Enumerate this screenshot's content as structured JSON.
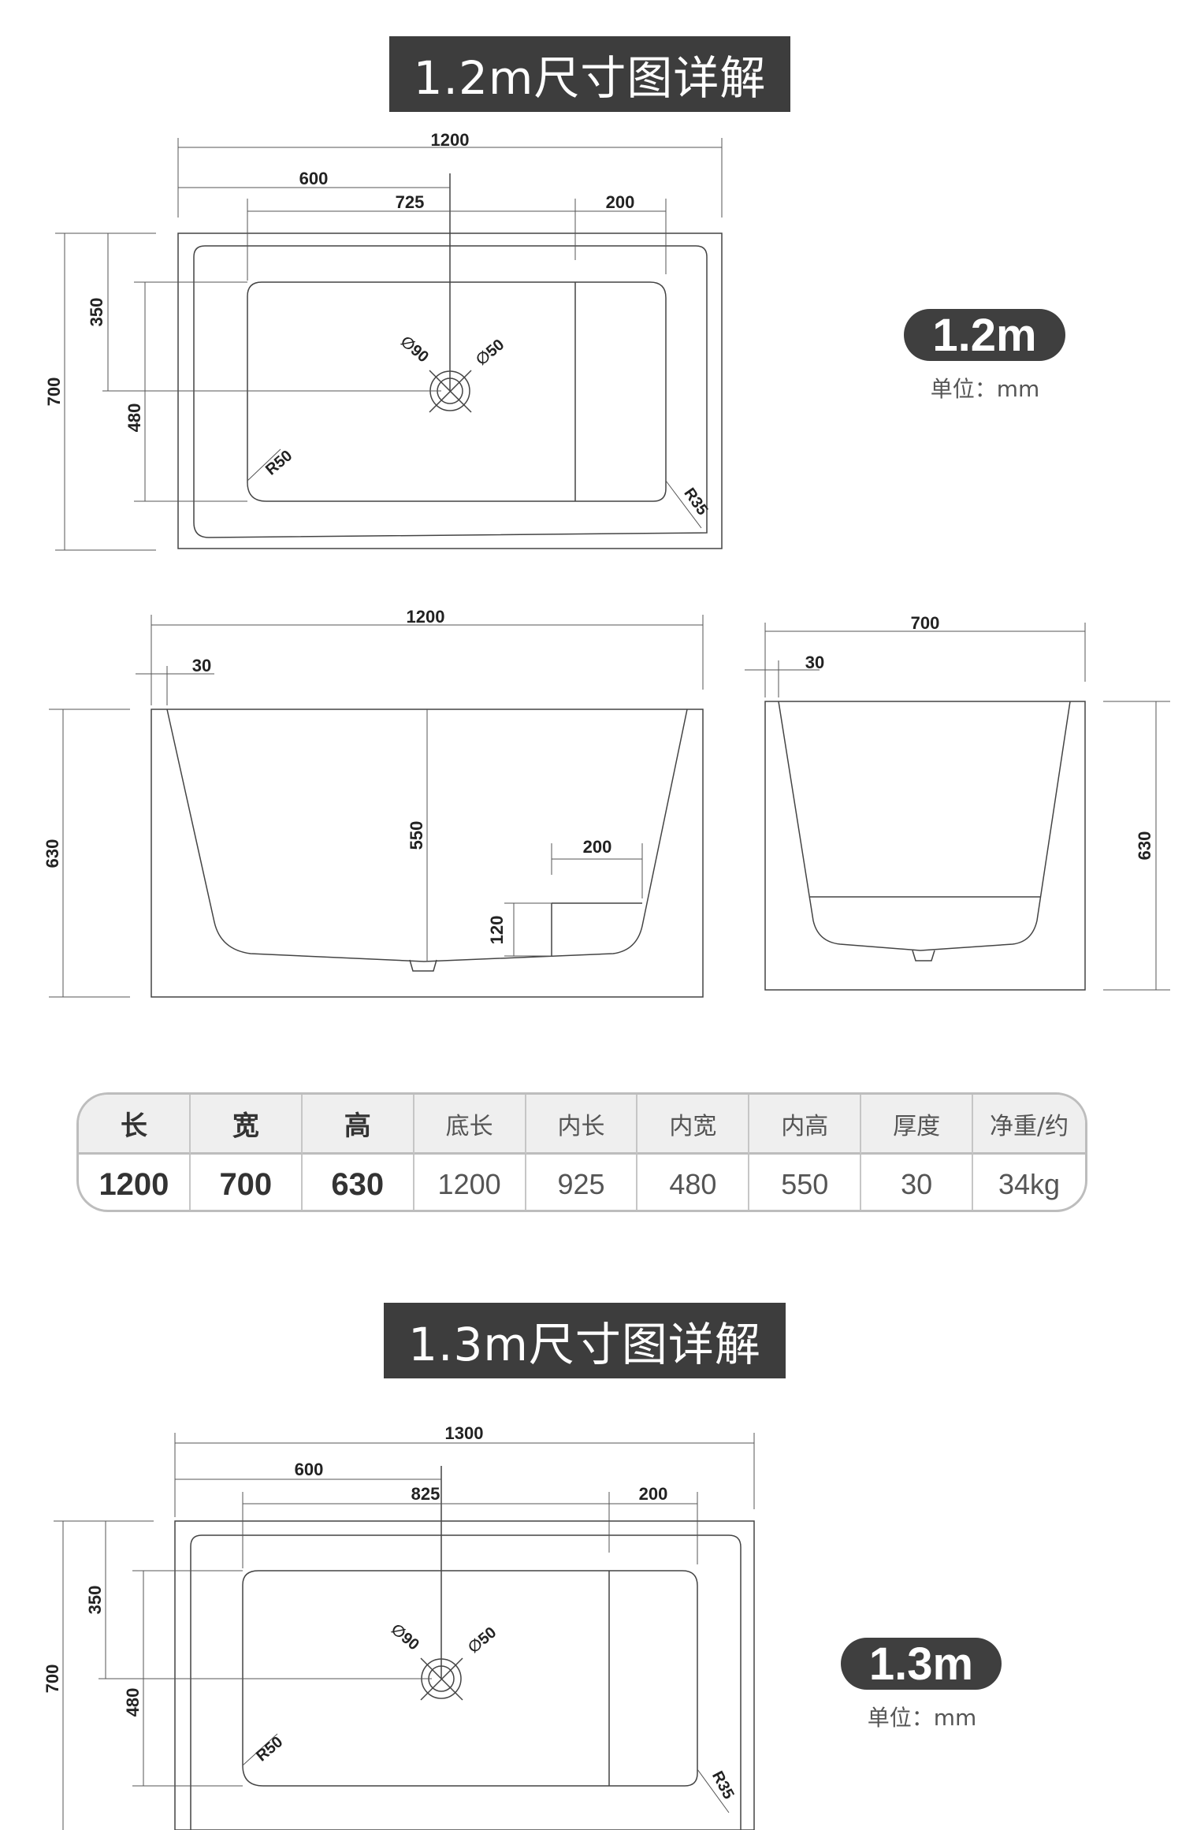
{
  "section1": {
    "banner": "1.2m尺寸图详解",
    "badge": "1.2m",
    "unit": "单位：mm",
    "top_view": {
      "dim_total_length": "1200",
      "dim_drain_offset": "600",
      "dim_inner_length": "725",
      "dim_step": "200",
      "dim_width": "700",
      "dim_drain_depth": "350",
      "dim_inner_width": "480",
      "dim_drain_outer": "∅90",
      "dim_drain_inner": "∅50",
      "radius_inner": "R50",
      "radius_outer": "R35"
    },
    "front_view": {
      "dim_length": "1200",
      "dim_wall": "30",
      "dim_height": "630",
      "dim_inner_height": "550",
      "dim_step_width": "200",
      "dim_step_height": "120"
    },
    "side_view": {
      "dim_width": "700",
      "dim_wall": "30",
      "dim_height": "630"
    },
    "spec_table": {
      "headers": [
        "长",
        "宽",
        "高",
        "底长",
        "内长",
        "内宽",
        "内高",
        "厚度",
        "净重/约"
      ],
      "values": [
        "1200",
        "700",
        "630",
        "1200",
        "925",
        "480",
        "550",
        "30",
        "34kg"
      ]
    }
  },
  "section2": {
    "banner": "1.3m尺寸图详解",
    "badge": "1.3m",
    "unit": "单位：mm",
    "top_view": {
      "dim_total_length": "1300",
      "dim_drain_offset": "600",
      "dim_inner_length": "825",
      "dim_step": "200",
      "dim_width": "700",
      "dim_drain_depth": "350",
      "dim_inner_width": "480",
      "dim_drain_outer": "∅90",
      "dim_drain_inner": "∅50",
      "radius_inner": "R50",
      "radius_outer": "R35"
    }
  },
  "colors": {
    "banner_bg": "#3d3d3d",
    "badge_bg": "#3f3f3f",
    "table_head_bg": "#efefef",
    "line": "#444444"
  }
}
